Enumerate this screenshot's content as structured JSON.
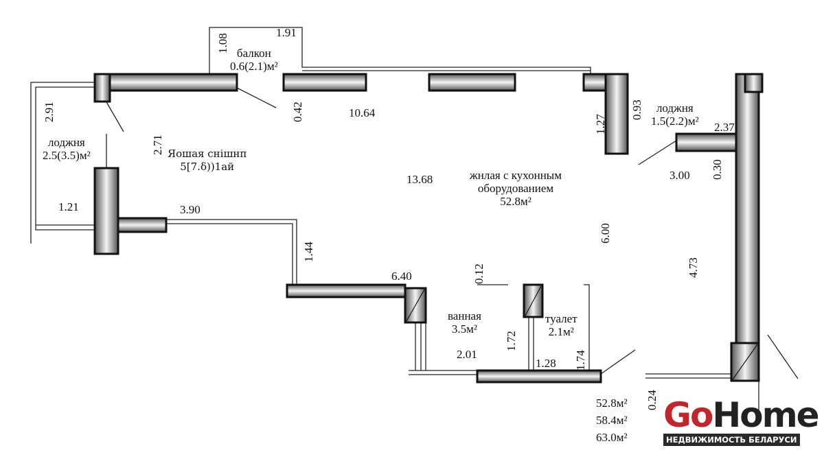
{
  "rooms": {
    "balcony": {
      "name": "балкон",
      "area": "0.6(2.1)м²"
    },
    "loggia_left": {
      "name": "лоджня",
      "area": "2.5(3.5)м²"
    },
    "loggia_right": {
      "name": "лоджня",
      "area": "1.5(2.2)м²"
    },
    "bedroom": {
      "name": "Яошая снішнп",
      "area": "5[7.δ))1ай"
    },
    "living": {
      "name_line1": "жнлая с кухонным",
      "name_line2": "оборудованием",
      "area": "52.8м²"
    },
    "bath": {
      "name": "ванная",
      "area": "3.5м²"
    },
    "toilet": {
      "name": "туалет",
      "area": "2.1м²"
    }
  },
  "dimensions": [
    "1.08",
    "1.91",
    "2.91",
    "0.42",
    "10.64",
    "1.27",
    "0.93",
    "2.37",
    "2.71",
    "13.68",
    "3.00",
    "0.30",
    "1.21",
    "3.90",
    "1.44",
    "6.00",
    "4.73",
    "0.12",
    "6.40",
    "1.72",
    "1.74",
    "2.01",
    "1.28",
    "0.24"
  ],
  "totals": [
    "52.8м²",
    "58.4м²",
    "63.0м²"
  ],
  "logo": {
    "go": "Go",
    "home": "Home",
    "tagline": "НЕДВИЖИМОСТЬ БЕЛАРУСИ"
  }
}
